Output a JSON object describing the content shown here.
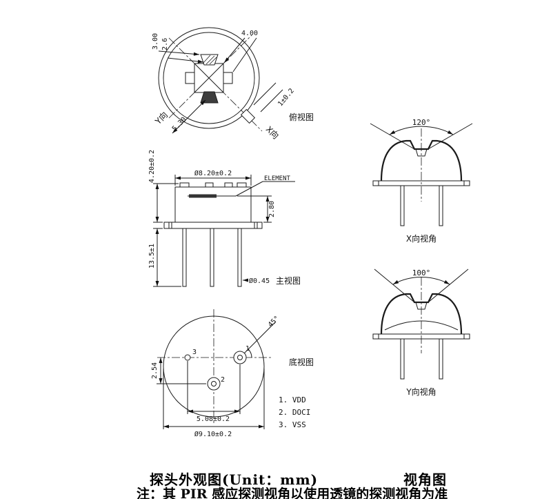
{
  "drawing": {
    "top_view": {
      "label": "俯视图",
      "dim_3_00": "3.00",
      "dim_2_6": "2.6",
      "dim_4_00": "4.00",
      "dim_1": "1±0.2",
      "dim_5_30": "5.30",
      "axis_y": "Y向",
      "axis_x": "X向"
    },
    "front_view": {
      "label": "主视图",
      "dim_4_20": "4.20±0.2",
      "dim_8_20": "Ø8.20±0.2",
      "element": "ELEMENT",
      "dim_2_80": "2.80",
      "dim_13_5": "13.5±1",
      "dim_0_45": "Ø0.45"
    },
    "bottom_view": {
      "label": "底视图",
      "dim_45": "45°",
      "dim_2_54": "2.54",
      "dim_5_08": "5.08±0.2",
      "dim_9_10": "Ø9.10±0.2",
      "pin1": "1",
      "pin2": "2",
      "pin3": "3",
      "fn1": "1. VDD",
      "fn2": "2. DOCI",
      "fn3": "3. VSS"
    },
    "x_view": {
      "label": "X向视角",
      "angle": "120°"
    },
    "y_view": {
      "label": "Y向视角",
      "angle": "100°"
    }
  },
  "captions": {
    "outline_title": "探头外观图(Unit：mm)",
    "angle_title": "视角图",
    "note": "注：其 PIR 感应探测视角以使用透镜的探测视角为准"
  }
}
